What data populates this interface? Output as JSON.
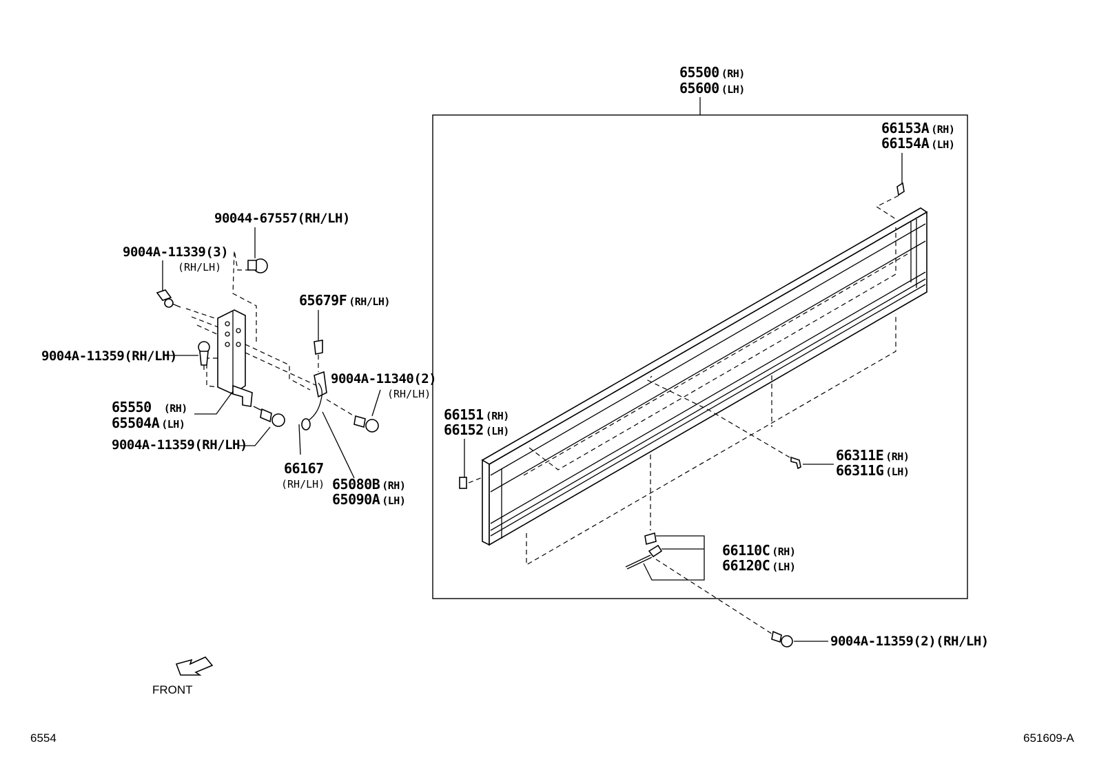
{
  "callouts": {
    "moulding": {
      "rh": "65500",
      "rh_sfx": "(RH)",
      "lh": "65600",
      "lh_sfx": "(LH)"
    },
    "clip_top": {
      "rh": "66153A",
      "rh_sfx": "(RH)",
      "lh": "66154A",
      "lh_sfx": "(LH)"
    },
    "clip_left": {
      "rh": "66151",
      "rh_sfx": "(RH)",
      "lh": "66152",
      "lh_sfx": "(LH)"
    },
    "clip_mid": {
      "rh": "66311E",
      "rh_sfx": "(RH)",
      "lh": "66311G",
      "lh_sfx": "(LH)"
    },
    "clip_bottom": {
      "rh": "66110C",
      "rh_sfx": "(RH)",
      "lh": "66120C",
      "lh_sfx": "(LH)"
    },
    "bracket": {
      "rh": "65550",
      "rh_sfx": "(RH)",
      "lh": "65504A",
      "lh_sfx": "(LH)"
    },
    "harness": {
      "rh": "65080B",
      "rh_sfx": "(RH)",
      "lh": "65090A",
      "lh_sfx": "(LH)"
    },
    "clip_65679F": {
      "pn": "65679F",
      "sfx": "(RH/LH)"
    },
    "part_66167": {
      "pn": "66167",
      "sfx": "(RH/LH)"
    },
    "rivet_90044": {
      "text": "90044-67557(RH/LH)"
    },
    "bolt_11339": {
      "text": "9004A-11339(3)",
      "sfx": "(RH/LH)"
    },
    "bolt_11359_upper": {
      "text": "9004A-11359(RH/LH)"
    },
    "bolt_11359_lower": {
      "text": "9004A-11359(RH/LH)"
    },
    "bolt_11340": {
      "text": "9004A-11340(2)",
      "sfx": "(RH/LH)"
    },
    "bolt_11359_right": {
      "text": "9004A-11359(2)(RH/LH)"
    }
  },
  "front_label": "FRONT",
  "page_code_left": "6554",
  "page_code_right": "651609-A"
}
